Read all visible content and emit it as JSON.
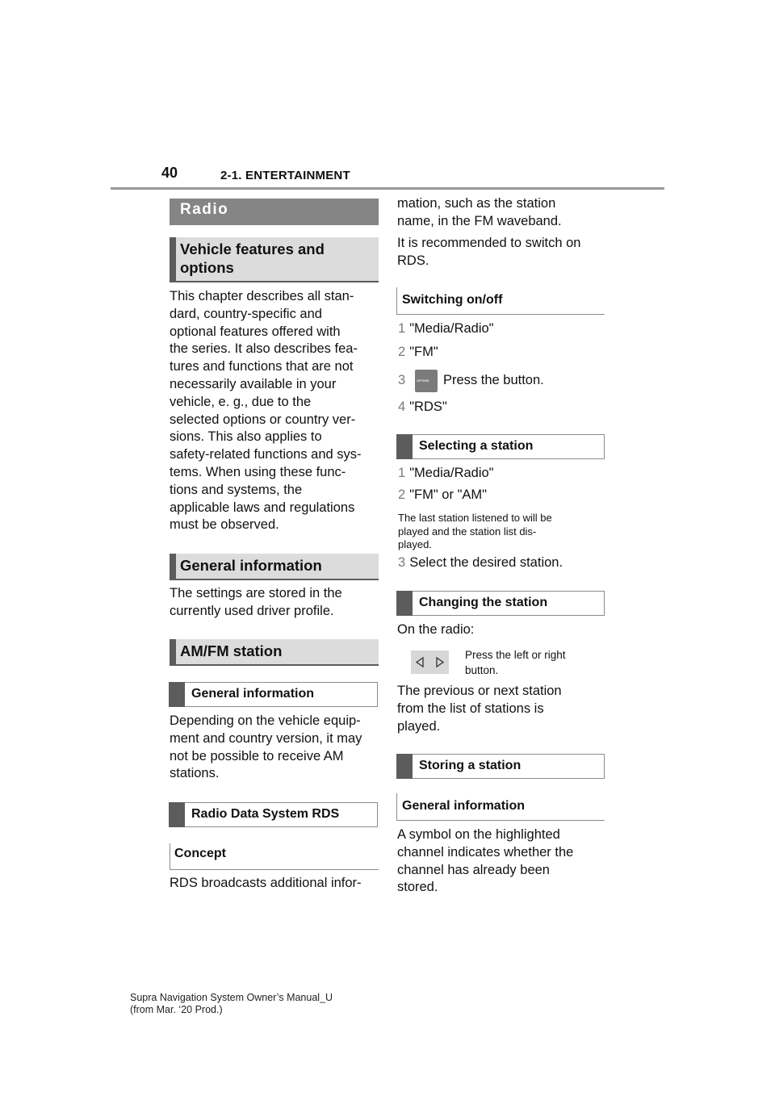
{
  "header": {
    "page_number": "40",
    "section": "2-1. ENTERTAINMENT"
  },
  "left": {
    "radio_title": "Radio",
    "vehicle_features_line1": "Vehicle features and",
    "vehicle_features_line2": "options",
    "intro_lines": [
      "This chapter describes all stan-",
      "dard, country-specific and",
      "optional features offered with",
      "the series. It also describes fea-",
      "tures and functions that are not",
      "necessarily available in your",
      "vehicle, e. g., due to the",
      "selected options or country ver-",
      "sions. This also applies to",
      "safety-related functions and sys-",
      "tems. When using these func-",
      "tions and systems, the",
      "applicable laws and regulations",
      "must be observed."
    ],
    "general_info_title": "General information",
    "settings_lines": [
      "The settings are stored in the",
      "currently used driver profile."
    ],
    "amfm_title": "AM/FM station",
    "amfm_general_info": "General information",
    "am_lines": [
      "Depending on the vehicle equip-",
      "ment and country version, it may",
      "not be possible to receive AM",
      "stations."
    ],
    "rds_title": "Radio Data System RDS",
    "concept_title": "Concept",
    "rds_line": "RDS broadcasts additional infor-"
  },
  "right": {
    "rds_cont_lines": [
      "mation, such as the station",
      "name, in the FM waveband."
    ],
    "recommend_lines": [
      "It is recommended to switch on",
      "RDS."
    ],
    "switching_title": "Switching on/off",
    "switch_steps": [
      {
        "n": "1",
        "text": "\"Media/Radio\""
      },
      {
        "n": "2",
        "text": "\"FM\""
      },
      {
        "n": "3",
        "text": "Press the button."
      },
      {
        "n": "4",
        "text": "\"RDS\""
      }
    ],
    "option_label": "OPTION",
    "selecting_title": "Selecting a station",
    "select_steps": [
      {
        "n": "1",
        "text": "\"Media/Radio\""
      },
      {
        "n": "2",
        "text": "\"FM\" or \"AM\""
      }
    ],
    "select_note_lines": [
      "The last station listened to will be",
      "played and the station list dis-",
      "played."
    ],
    "select_step3": {
      "n": "3",
      "text": "Select the desired station."
    },
    "changing_title": "Changing the station",
    "on_radio": "On the radio:",
    "press_lines": [
      "Press the left or right",
      "button."
    ],
    "prev_next_lines": [
      "The previous or next station",
      "from the list of stations is",
      "played."
    ],
    "storing_title": "Storing a station",
    "storing_general_info": "General information",
    "symbol_lines": [
      "A symbol on the highlighted",
      "channel indicates whether the",
      "channel has already been",
      "stored."
    ]
  },
  "footer": {
    "line1": "Supra Navigation System Owner’s Manual_U",
    "line2": "(from Mar. ‘20 Prod.)"
  },
  "icons": {
    "left_arrow": "left-triangle-icon",
    "right_arrow": "right-triangle-icon",
    "option_button": "option-button-icon"
  }
}
